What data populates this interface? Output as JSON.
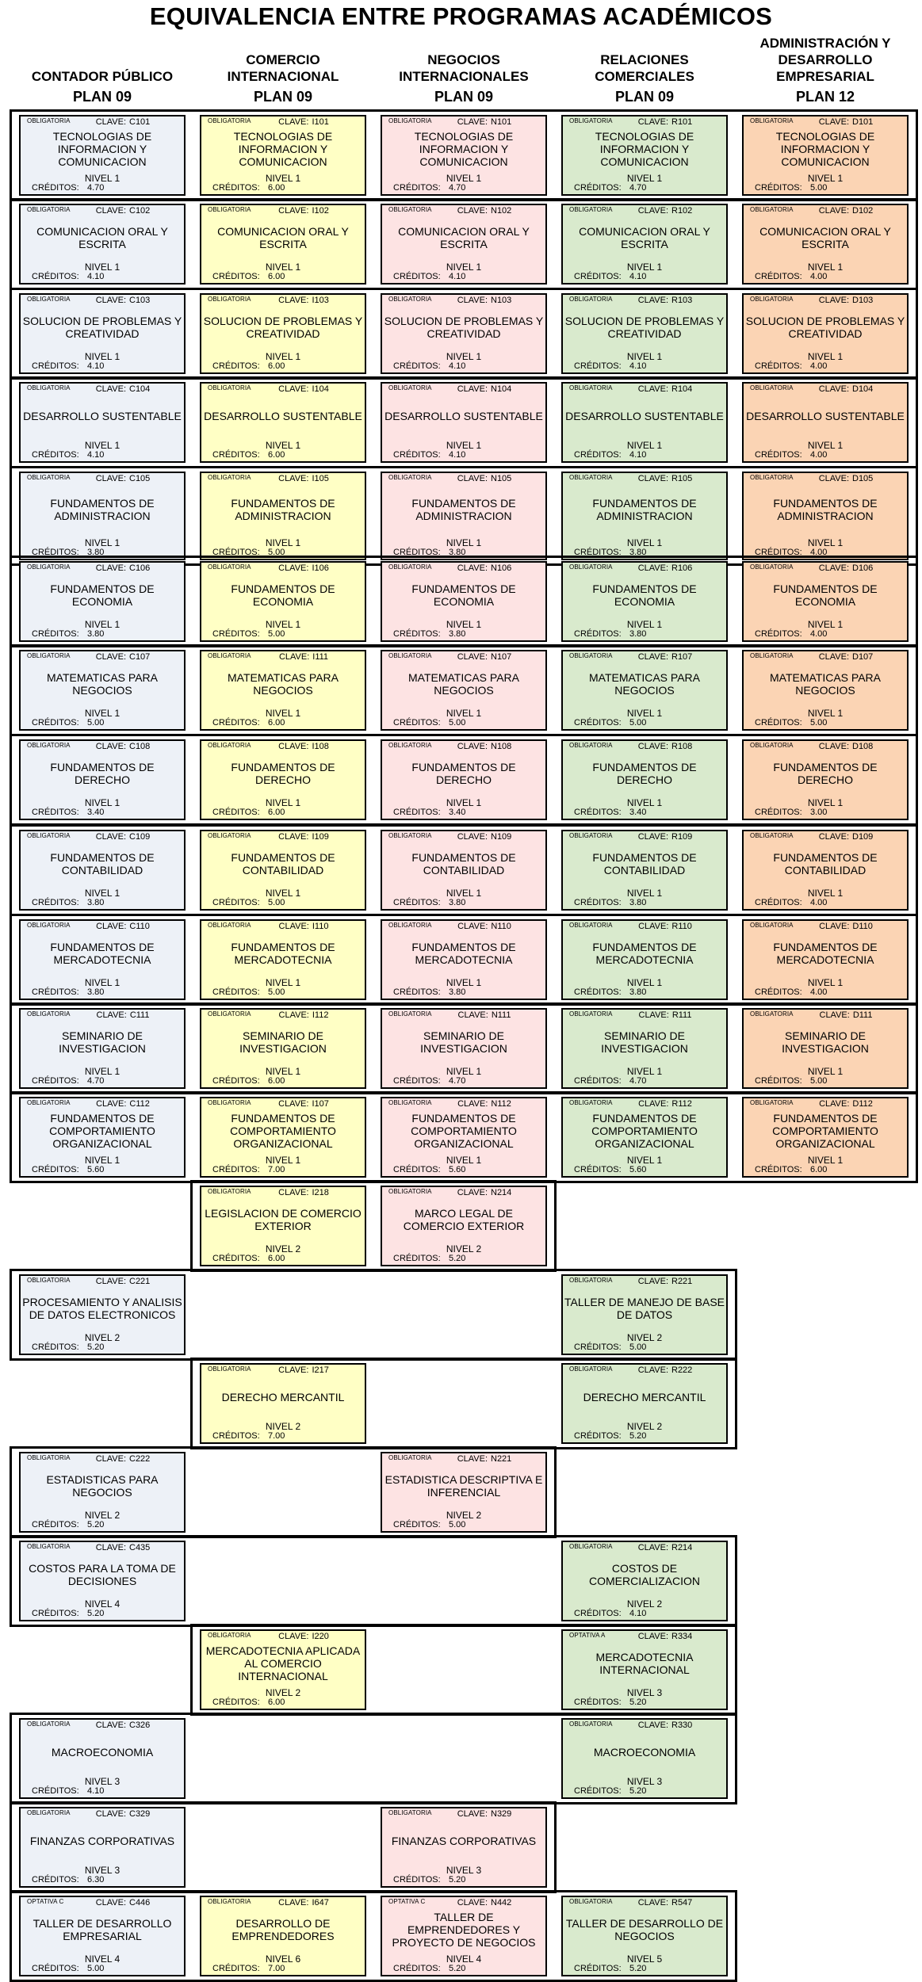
{
  "title": "EQUIVALENCIA ENTRE PROGRAMAS ACADÉMICOS",
  "labels": {
    "clave": "CLAVE:",
    "creditos": "CRÉDITOS:"
  },
  "programs": [
    {
      "name": "CONTADOR PÚBLICO",
      "plan": "PLAN 09",
      "color": "#edf1f7"
    },
    {
      "name": "COMERCIO INTERNACIONAL",
      "plan": "PLAN 09",
      "color": "#ffffc5"
    },
    {
      "name": "NEGOCIOS INTERNACIONALES",
      "plan": "PLAN 09",
      "color": "#fde3e3"
    },
    {
      "name": "RELACIONES COMERCIALES",
      "plan": "PLAN 09",
      "color": "#d9eacd"
    },
    {
      "name": "ADMINISTRACIÓN Y DESARROLLO EMPRESARIAL",
      "plan": "PLAN 12",
      "color": "#fbd4b4"
    }
  ],
  "rows": [
    {
      "cells": [
        {
          "tipo": "OBLIGATORIA",
          "clave": "C101",
          "name": "TECNOLOGIAS DE INFORMACION Y COMUNICACION",
          "nivel": "NIVEL 1",
          "creditos": "4.70"
        },
        {
          "tipo": "OBLIGATORIA",
          "clave": "I101",
          "name": "TECNOLOGIAS DE INFORMACION Y COMUNICACION",
          "nivel": "NIVEL 1",
          "creditos": "6.00"
        },
        {
          "tipo": "OBLIGATORIA",
          "clave": "N101",
          "name": "TECNOLOGIAS DE INFORMACION Y COMUNICACION",
          "nivel": "NIVEL 1",
          "creditos": "4.70"
        },
        {
          "tipo": "OBLIGATORIA",
          "clave": "R101",
          "name": "TECNOLOGIAS DE INFORMACION Y COMUNICACION",
          "nivel": "NIVEL 1",
          "creditos": "4.70"
        },
        {
          "tipo": "OBLIGATORIA",
          "clave": "D101",
          "name": "TECNOLOGIAS DE INFORMACION Y COMUNICACION",
          "nivel": "NIVEL 1",
          "creditos": "5.00"
        }
      ]
    },
    {
      "cells": [
        {
          "tipo": "OBLIGATORIA",
          "clave": "C102",
          "name": "COMUNICACION ORAL Y ESCRITA",
          "nivel": "NIVEL 1",
          "creditos": "4.10"
        },
        {
          "tipo": "OBLIGATORIA",
          "clave": "I102",
          "name": "COMUNICACION ORAL Y ESCRITA",
          "nivel": "NIVEL 1",
          "creditos": "6.00"
        },
        {
          "tipo": "OBLIGATORIA",
          "clave": "N102",
          "name": "COMUNICACION ORAL Y ESCRITA",
          "nivel": "NIVEL 1",
          "creditos": "4.10"
        },
        {
          "tipo": "OBLIGATORIA",
          "clave": "R102",
          "name": "COMUNICACION ORAL Y ESCRITA",
          "nivel": "NIVEL 1",
          "creditos": "4.10"
        },
        {
          "tipo": "OBLIGATORIA",
          "clave": "D102",
          "name": "COMUNICACION ORAL Y ESCRITA",
          "nivel": "NIVEL 1",
          "creditos": "4.00"
        }
      ]
    },
    {
      "cells": [
        {
          "tipo": "OBLIGATORIA",
          "clave": "C103",
          "name": "SOLUCION DE PROBLEMAS Y CREATIVIDAD",
          "nivel": "NIVEL 1",
          "creditos": "4.10"
        },
        {
          "tipo": "OBLIGATORIA",
          "clave": "I103",
          "name": "SOLUCION DE PROBLEMAS Y CREATIVIDAD",
          "nivel": "NIVEL 1",
          "creditos": "6.00"
        },
        {
          "tipo": "OBLIGATORIA",
          "clave": "N103",
          "name": "SOLUCION DE PROBLEMAS Y CREATIVIDAD",
          "nivel": "NIVEL 1",
          "creditos": "4.10"
        },
        {
          "tipo": "OBLIGATORIA",
          "clave": "R103",
          "name": "SOLUCION DE PROBLEMAS Y CREATIVIDAD",
          "nivel": "NIVEL 1",
          "creditos": "4.10"
        },
        {
          "tipo": "OBLIGATORIA",
          "clave": "D103",
          "name": "SOLUCION DE PROBLEMAS Y CREATIVIDAD",
          "nivel": "NIVEL 1",
          "creditos": "4.00"
        }
      ]
    },
    {
      "cells": [
        {
          "tipo": "OBLIGATORIA",
          "clave": "C104",
          "name": "DESARROLLO SUSTENTABLE",
          "nivel": "NIVEL 1",
          "creditos": "4.10"
        },
        {
          "tipo": "OBLIGATORIA",
          "clave": "I104",
          "name": "DESARROLLO SUSTENTABLE",
          "nivel": "NIVEL 1",
          "creditos": "6.00"
        },
        {
          "tipo": "OBLIGATORIA",
          "clave": "N104",
          "name": "DESARROLLO SUSTENTABLE",
          "nivel": "NIVEL 1",
          "creditos": "4.10"
        },
        {
          "tipo": "OBLIGATORIA",
          "clave": "R104",
          "name": "DESARROLLO SUSTENTABLE",
          "nivel": "NIVEL 1",
          "creditos": "4.10"
        },
        {
          "tipo": "OBLIGATORIA",
          "clave": "D104",
          "name": "DESARROLLO SUSTENTABLE",
          "nivel": "NIVEL 1",
          "creditos": "4.00"
        }
      ]
    },
    {
      "cells": [
        {
          "tipo": "OBLIGATORIA",
          "clave": "C105",
          "name": "FUNDAMENTOS DE ADMINISTRACION",
          "nivel": "NIVEL 1",
          "creditos": "3.80"
        },
        {
          "tipo": "OBLIGATORIA",
          "clave": "I105",
          "name": "FUNDAMENTOS DE ADMINISTRACION",
          "nivel": "NIVEL 1",
          "creditos": "5.00"
        },
        {
          "tipo": "OBLIGATORIA",
          "clave": "N105",
          "name": "FUNDAMENTOS DE ADMINISTRACION",
          "nivel": "NIVEL 1",
          "creditos": "3.80"
        },
        {
          "tipo": "OBLIGATORIA",
          "clave": "R105",
          "name": "FUNDAMENTOS DE ADMINISTRACION",
          "nivel": "NIVEL 1",
          "creditos": "3.80"
        },
        {
          "tipo": "OBLIGATORIA",
          "clave": "D105",
          "name": "FUNDAMENTOS DE ADMINISTRACION",
          "nivel": "NIVEL 1",
          "creditos": "4.00"
        }
      ]
    },
    {
      "cells": [
        {
          "tipo": "OBLIGATORIA",
          "clave": "C106",
          "name": "FUNDAMENTOS DE ECONOMIA",
          "nivel": "NIVEL 1",
          "creditos": "3.80"
        },
        {
          "tipo": "OBLIGATORIA",
          "clave": "I106",
          "name": "FUNDAMENTOS DE ECONOMIA",
          "nivel": "NIVEL 1",
          "creditos": "5.00"
        },
        {
          "tipo": "OBLIGATORIA",
          "clave": "N106",
          "name": "FUNDAMENTOS DE ECONOMIA",
          "nivel": "NIVEL 1",
          "creditos": "3.80"
        },
        {
          "tipo": "OBLIGATORIA",
          "clave": "R106",
          "name": "FUNDAMENTOS DE ECONOMIA",
          "nivel": "NIVEL 1",
          "creditos": "3.80"
        },
        {
          "tipo": "OBLIGATORIA",
          "clave": "D106",
          "name": "FUNDAMENTOS DE ECONOMIA",
          "nivel": "NIVEL 1",
          "creditos": "4.00"
        }
      ]
    },
    {
      "cells": [
        {
          "tipo": "OBLIGATORIA",
          "clave": "C107",
          "name": "MATEMATICAS PARA NEGOCIOS",
          "nivel": "NIVEL 1",
          "creditos": "5.00"
        },
        {
          "tipo": "OBLIGATORIA",
          "clave": "I111",
          "name": "MATEMATICAS PARA NEGOCIOS",
          "nivel": "NIVEL 1",
          "creditos": "6.00"
        },
        {
          "tipo": "OBLIGATORIA",
          "clave": "N107",
          "name": "MATEMATICAS PARA NEGOCIOS",
          "nivel": "NIVEL 1",
          "creditos": "5.00"
        },
        {
          "tipo": "OBLIGATORIA",
          "clave": "R107",
          "name": "MATEMATICAS PARA NEGOCIOS",
          "nivel": "NIVEL 1",
          "creditos": "5.00"
        },
        {
          "tipo": "OBLIGATORIA",
          "clave": "D107",
          "name": "MATEMATICAS PARA NEGOCIOS",
          "nivel": "NIVEL 1",
          "creditos": "5.00"
        }
      ]
    },
    {
      "cells": [
        {
          "tipo": "OBLIGATORIA",
          "clave": "C108",
          "name": "FUNDAMENTOS DE DERECHO",
          "nivel": "NIVEL 1",
          "creditos": "3.40"
        },
        {
          "tipo": "OBLIGATORIA",
          "clave": "I108",
          "name": "FUNDAMENTOS DE DERECHO",
          "nivel": "NIVEL 1",
          "creditos": "6.00"
        },
        {
          "tipo": "OBLIGATORIA",
          "clave": "N108",
          "name": "FUNDAMENTOS DE DERECHO",
          "nivel": "NIVEL 1",
          "creditos": "3.40"
        },
        {
          "tipo": "OBLIGATORIA",
          "clave": "R108",
          "name": "FUNDAMENTOS DE DERECHO",
          "nivel": "NIVEL 1",
          "creditos": "3.40"
        },
        {
          "tipo": "OBLIGATORIA",
          "clave": "D108",
          "name": "FUNDAMENTOS DE DERECHO",
          "nivel": "NIVEL 1",
          "creditos": "3.00"
        }
      ]
    },
    {
      "cells": [
        {
          "tipo": "OBLIGATORIA",
          "clave": "C109",
          "name": "FUNDAMENTOS DE CONTABILIDAD",
          "nivel": "NIVEL 1",
          "creditos": "3.80"
        },
        {
          "tipo": "OBLIGATORIA",
          "clave": "I109",
          "name": "FUNDAMENTOS DE CONTABILIDAD",
          "nivel": "NIVEL 1",
          "creditos": "5.00"
        },
        {
          "tipo": "OBLIGATORIA",
          "clave": "N109",
          "name": "FUNDAMENTOS DE CONTABILIDAD",
          "nivel": "NIVEL 1",
          "creditos": "3.80"
        },
        {
          "tipo": "OBLIGATORIA",
          "clave": "R109",
          "name": "FUNDAMENTOS DE CONTABILIDAD",
          "nivel": "NIVEL 1",
          "creditos": "3.80"
        },
        {
          "tipo": "OBLIGATORIA",
          "clave": "D109",
          "name": "FUNDAMENTOS DE CONTABILIDAD",
          "nivel": "NIVEL 1",
          "creditos": "4.00"
        }
      ]
    },
    {
      "cells": [
        {
          "tipo": "OBLIGATORIA",
          "clave": "C110",
          "name": "FUNDAMENTOS DE MERCADOTECNIA",
          "nivel": "NIVEL 1",
          "creditos": "3.80"
        },
        {
          "tipo": "OBLIGATORIA",
          "clave": "I110",
          "name": "FUNDAMENTOS DE MERCADOTECNIA",
          "nivel": "NIVEL 1",
          "creditos": "5.00"
        },
        {
          "tipo": "OBLIGATORIA",
          "clave": "N110",
          "name": "FUNDAMENTOS DE MERCADOTECNIA",
          "nivel": "NIVEL 1",
          "creditos": "3.80"
        },
        {
          "tipo": "OBLIGATORIA",
          "clave": "R110",
          "name": "FUNDAMENTOS DE MERCADOTECNIA",
          "nivel": "NIVEL 1",
          "creditos": "3.80"
        },
        {
          "tipo": "OBLIGATORIA",
          "clave": "D110",
          "name": "FUNDAMENTOS DE MERCADOTECNIA",
          "nivel": "NIVEL 1",
          "creditos": "4.00"
        }
      ]
    },
    {
      "cells": [
        {
          "tipo": "OBLIGATORIA",
          "clave": "C111",
          "name": "SEMINARIO DE INVESTIGACION",
          "nivel": "NIVEL 1",
          "creditos": "4.70"
        },
        {
          "tipo": "OBLIGATORIA",
          "clave": "I112",
          "name": "SEMINARIO DE INVESTIGACION",
          "nivel": "NIVEL 1",
          "creditos": "6.00"
        },
        {
          "tipo": "OBLIGATORIA",
          "clave": "N111",
          "name": "SEMINARIO DE INVESTIGACION",
          "nivel": "NIVEL 1",
          "creditos": "4.70"
        },
        {
          "tipo": "OBLIGATORIA",
          "clave": "R111",
          "name": "SEMINARIO DE INVESTIGACION",
          "nivel": "NIVEL 1",
          "creditos": "4.70"
        },
        {
          "tipo": "OBLIGATORIA",
          "clave": "D111",
          "name": "SEMINARIO DE INVESTIGACION",
          "nivel": "NIVEL 1",
          "creditos": "5.00"
        }
      ]
    },
    {
      "cells": [
        {
          "tipo": "OBLIGATORIA",
          "clave": "C112",
          "name": "FUNDAMENTOS DE COMPORTAMIENTO ORGANIZACIONAL",
          "nivel": "NIVEL 1",
          "creditos": "5.60"
        },
        {
          "tipo": "OBLIGATORIA",
          "clave": "I107",
          "name": "FUNDAMENTOS DE COMPORTAMIENTO ORGANIZACIONAL",
          "nivel": "NIVEL 1",
          "creditos": "7.00"
        },
        {
          "tipo": "OBLIGATORIA",
          "clave": "N112",
          "name": "FUNDAMENTOS DE COMPORTAMIENTO ORGANIZACIONAL",
          "nivel": "NIVEL 1",
          "creditos": "5.60"
        },
        {
          "tipo": "OBLIGATORIA",
          "clave": "R112",
          "name": "FUNDAMENTOS DE COMPORTAMIENTO ORGANIZACIONAL",
          "nivel": "NIVEL 1",
          "creditos": "5.60"
        },
        {
          "tipo": "OBLIGATORIA",
          "clave": "D112",
          "name": "FUNDAMENTOS DE COMPORTAMIENTO ORGANIZACIONAL",
          "nivel": "NIVEL 1",
          "creditos": "6.00"
        }
      ]
    },
    {
      "cells": [
        null,
        {
          "tipo": "OBLIGATORIA",
          "clave": "I218",
          "name": "LEGISLACION DE COMERCIO EXTERIOR",
          "nivel": "NIVEL 2",
          "creditos": "6.00"
        },
        {
          "tipo": "OBLIGATORIA",
          "clave": "N214",
          "name": "MARCO LEGAL DE COMERCIO EXTERIOR",
          "nivel": "NIVEL 2",
          "creditos": "5.20"
        },
        null,
        null
      ]
    },
    {
      "cells": [
        {
          "tipo": "OBLIGATORIA",
          "clave": "C221",
          "name": "PROCESAMIENTO Y ANALISIS DE DATOS ELECTRONICOS",
          "nivel": "NIVEL 2",
          "creditos": "5.20"
        },
        null,
        null,
        {
          "tipo": "OBLIGATORIA",
          "clave": "R221",
          "name": "TALLER DE MANEJO DE BASE DE DATOS",
          "nivel": "NIVEL 2",
          "creditos": "5.00"
        },
        null
      ]
    },
    {
      "cells": [
        null,
        {
          "tipo": "OBLIGATORIA",
          "clave": "I217",
          "name": "DERECHO MERCANTIL",
          "nivel": "NIVEL 2",
          "creditos": "7.00"
        },
        null,
        {
          "tipo": "OBLIGATORIA",
          "clave": "R222",
          "name": "DERECHO MERCANTIL",
          "nivel": "NIVEL 2",
          "creditos": "5.20"
        },
        null
      ]
    },
    {
      "cells": [
        {
          "tipo": "OBLIGATORIA",
          "clave": "C222",
          "name": "ESTADISTICAS PARA NEGOCIOS",
          "nivel": "NIVEL 2",
          "creditos": "5.20"
        },
        null,
        {
          "tipo": "OBLIGATORIA",
          "clave": "N221",
          "name": "ESTADISTICA DESCRIPTIVA E INFERENCIAL",
          "nivel": "NIVEL 2",
          "creditos": "5.00"
        },
        null,
        null
      ]
    },
    {
      "cells": [
        {
          "tipo": "OBLIGATORIA",
          "clave": "C435",
          "name": "COSTOS PARA LA TOMA DE DECISIONES",
          "nivel": "NIVEL 4",
          "creditos": "5.20"
        },
        null,
        null,
        {
          "tipo": "OBLIGATORIA",
          "clave": "R214",
          "name": "COSTOS DE COMERCIALIZACION",
          "nivel": "NIVEL 2",
          "creditos": "4.10"
        },
        null
      ]
    },
    {
      "cells": [
        null,
        {
          "tipo": "OBLIGATORIA",
          "clave": "I220",
          "name": "MERCADOTECNIA APLICADA AL COMERCIO INTERNACIONAL",
          "nivel": "NIVEL 2",
          "creditos": "6.00"
        },
        null,
        {
          "tipo": "OPTATIVA A",
          "clave": "R334",
          "name": "MERCADOTECNIA INTERNACIONAL",
          "nivel": "NIVEL 3",
          "creditos": "5.20"
        },
        null
      ]
    },
    {
      "cells": [
        {
          "tipo": "OBLIGATORIA",
          "clave": "C326",
          "name": "MACROECONOMIA",
          "nivel": "NIVEL 3",
          "creditos": "4.10"
        },
        null,
        null,
        {
          "tipo": "OBLIGATORIA",
          "clave": "R330",
          "name": "MACROECONOMIA",
          "nivel": "NIVEL 3",
          "creditos": "5.20"
        },
        null
      ]
    },
    {
      "cells": [
        {
          "tipo": "OBLIGATORIA",
          "clave": "C329",
          "name": "FINANZAS CORPORATIVAS",
          "nivel": "NIVEL 3",
          "creditos": "6.30"
        },
        null,
        {
          "tipo": "OBLIGATORIA",
          "clave": "N329",
          "name": "FINANZAS CORPORATIVAS",
          "nivel": "NIVEL 3",
          "creditos": "5.20"
        },
        null,
        null
      ]
    },
    {
      "cells": [
        {
          "tipo": "OPTATIVA C",
          "clave": "C446",
          "name": "TALLER DE DESARROLLO EMPRESARIAL",
          "nivel": "NIVEL 4",
          "creditos": "5.00"
        },
        {
          "tipo": "OBLIGATORIA",
          "clave": "I647",
          "name": "DESARROLLO DE EMPRENDEDORES",
          "nivel": "NIVEL 6",
          "creditos": "7.00"
        },
        {
          "tipo": "OPTATIVA C",
          "clave": "N442",
          "name": "TALLER DE EMPRENDEDORES Y PROYECTO DE NEGOCIOS",
          "nivel": "NIVEL 4",
          "creditos": "5.20"
        },
        {
          "tipo": "OBLIGATORIA",
          "clave": "R547",
          "name": "TALLER DE DESARROLLO DE NEGOCIOS",
          "nivel": "NIVEL 5",
          "creditos": "5.20"
        },
        null
      ]
    }
  ]
}
